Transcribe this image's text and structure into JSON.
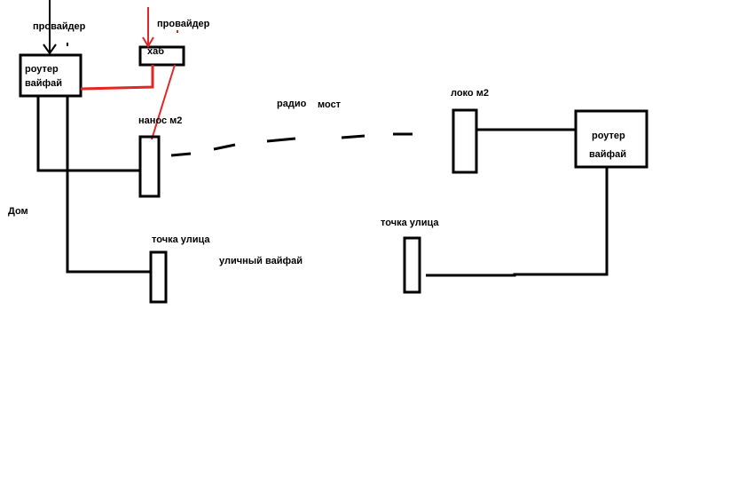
{
  "colors": {
    "line": "#000000",
    "red": "#e32626",
    "background": "#ffffff"
  },
  "labels": {
    "provider_left": "провайдер",
    "provider_right": "провайдер",
    "router_left_line1": "роутер",
    "router_left_line2": "вайфай",
    "hub": "хаб",
    "nanos": "нанос м2",
    "radio": "радио",
    "bridge": "мост",
    "loco": "локо м2",
    "router_right_line1": "роутер",
    "router_right_line2": "вайфай",
    "house": "Дом",
    "street_point_left": "точка улица",
    "street_wifi": "уличный вайфай",
    "street_point_right": "точка улица"
  }
}
